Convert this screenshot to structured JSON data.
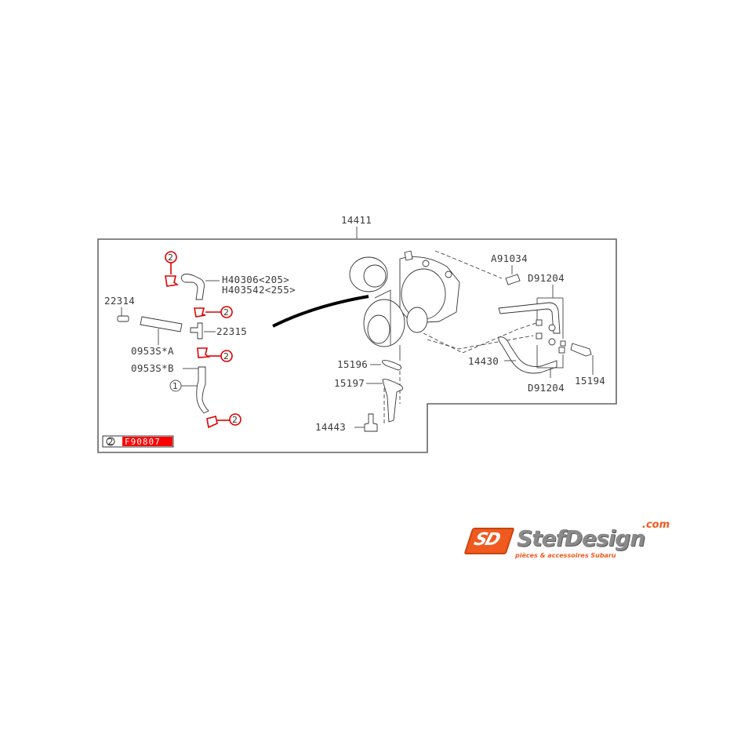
{
  "diagram": {
    "assembly_label": "14411",
    "labels": {
      "hose_1": "H40306<205>",
      "hose_2": "H403542<255>",
      "fitting_left": "22314",
      "fitting_tee": "22315",
      "hose_a": "0953S*A",
      "hose_b": "0953S*B",
      "callout_1": "1",
      "callout_2": "2",
      "stud": "A91034",
      "gasket_top": "D91204",
      "gasket_bottom": "D91204",
      "pipe": "14430",
      "bolt": "15194",
      "gasket_15196": "15196",
      "pipe_15197": "15197",
      "bolt_14443": "14443"
    },
    "legend": {
      "callout": "2",
      "part_number": "F90807"
    },
    "colors": {
      "frame": "#777777",
      "highlight": "#ff0000",
      "line": "#333333"
    }
  },
  "logo": {
    "brand": "StefDesign",
    "tld": ".com",
    "tagline": "pièces & accessoires Subaru",
    "badge": "SD",
    "colors": {
      "orange": "#f05a1e",
      "silver": "#8a8a8a"
    }
  }
}
